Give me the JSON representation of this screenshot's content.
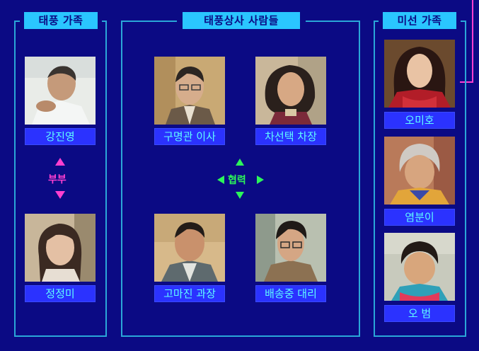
{
  "groups": {
    "taepung_family": {
      "title": "태풍 가족",
      "members": [
        "강진영",
        "정정미"
      ],
      "relation": "부부"
    },
    "taepung_company": {
      "title": "태풍상사 사람들",
      "members": [
        "구명관 이사",
        "차선택 차장",
        "고마진 과장",
        "배송중 대리"
      ],
      "relation": "협력"
    },
    "miseon_family": {
      "title": "미선 가족",
      "members": [
        "오미호",
        "염분이",
        "오 범"
      ]
    }
  },
  "colors": {
    "background": "#0b0a84",
    "frame": "#2aa7d8",
    "title_bg": "#2ac6ff",
    "label_bg": "#2b32ff",
    "label_text": "#5ffcff",
    "coop_arrow": "#2cf55a",
    "couple_arrow": "#ff3fd0",
    "connector": "#ff3fd0"
  }
}
